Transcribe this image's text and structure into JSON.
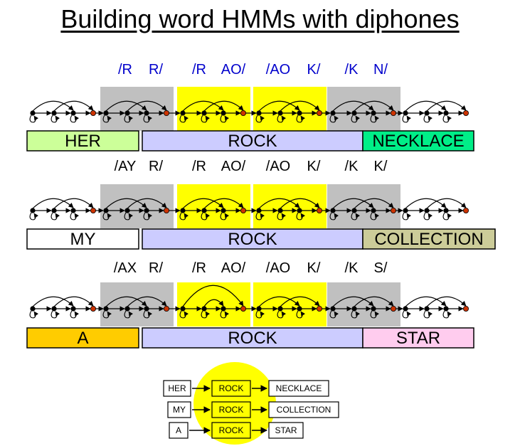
{
  "title": "Building word HMMs with diphones",
  "rows": [
    {
      "diphones": [
        "/R",
        "R/",
        "/R",
        "AO/",
        "/AO",
        "K/",
        "/K",
        "N/"
      ],
      "diphone_color": "#0000cc",
      "words": [
        {
          "label": "HER",
          "color": "#ccff99"
        },
        {
          "label": "ROCK",
          "color": "#ccccff"
        },
        {
          "label": "NECKLACE",
          "color": "#00ee88"
        }
      ]
    },
    {
      "diphones": [
        "/AY",
        "R/",
        "/R",
        "AO/",
        "/AO",
        "K/",
        "/K",
        "K/"
      ],
      "diphone_color": "#000000",
      "words": [
        {
          "label": "MY",
          "color": "#ffffff"
        },
        {
          "label": "ROCK",
          "color": "#ccccff"
        },
        {
          "label": "COLLECTION",
          "color": "#cccc99"
        }
      ]
    },
    {
      "diphones": [
        "/AX",
        "R/",
        "/R",
        "AO/",
        "/AO",
        "K/",
        "/K",
        "S/"
      ],
      "diphone_color": "#000000",
      "words": [
        {
          "label": "A",
          "color": "#ffcc00"
        },
        {
          "label": "ROCK",
          "color": "#ccccff"
        },
        {
          "label": "STAR",
          "color": "#ffccee"
        }
      ]
    }
  ],
  "legend": {
    "highlight_color": "#ffff00",
    "rows": [
      [
        "HER",
        "ROCK",
        "NECKLACE"
      ],
      [
        "MY",
        "ROCK",
        "COLLECTION"
      ],
      [
        "A",
        "ROCK",
        "STAR"
      ]
    ]
  },
  "colors": {
    "gray_block": "#c0c0c0",
    "yellow_block": "#ffff00",
    "state": "#000000",
    "exit_state": "#cc3300"
  }
}
